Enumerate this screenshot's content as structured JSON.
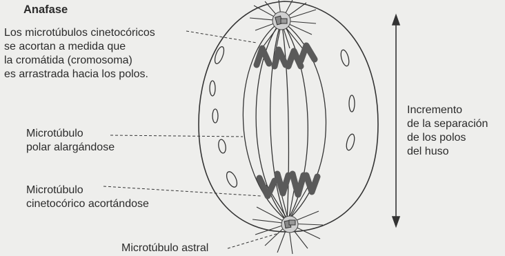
{
  "diagram": {
    "title": "Anafase",
    "labels": {
      "kinetochore_microtubules": [
        "Los microtúbulos cinetocóricos",
        "se acortan a medida que",
        "la cromátida (cromosoma)",
        "es arrastrada hacia los polos."
      ],
      "polar_microtubule": [
        "Microtúbulo",
        "polar alargándose"
      ],
      "kinetochore_microtubule_shortening": [
        "Microtúbulo",
        "cinetocórico acortándose"
      ],
      "astral_microtubule": "Microtúbulo astral",
      "pole_separation": [
        "Incremento",
        "de la separación",
        "de los polos",
        "del huso"
      ]
    },
    "colors": {
      "background": "#eeeeec",
      "chromosome": "#5a5a5a",
      "centrosome": "#cfcfcf",
      "line": "#333333"
    }
  }
}
